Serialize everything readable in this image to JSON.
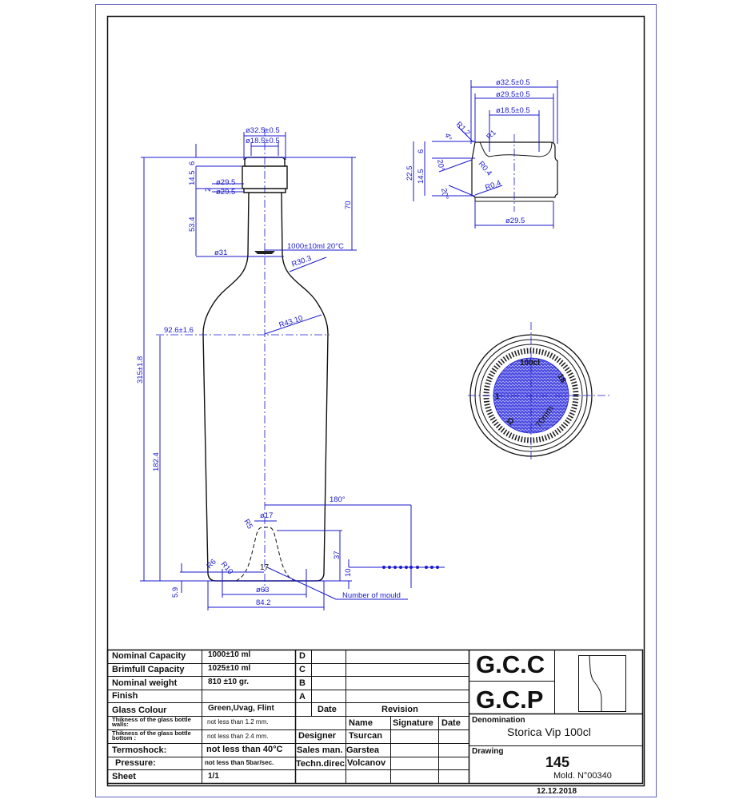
{
  "drawing": {
    "finish_outer_dia": "ø32.5±0.5",
    "finish_inner_dia": "ø18.5±0.5",
    "dim_6": "6",
    "dim_14_5": "14.5",
    "dim_2": "2",
    "ring_dia_1": "ø29.5",
    "ring_dia_2": "ø29.5",
    "dim_53_4": "53.4",
    "dim_70": "70",
    "fill_level": "1000±10ml  20°C",
    "neck_dia": "ø31",
    "r_shoulder": "R30.3",
    "r_body": "R43.10",
    "body_dia": "92.6±1.6",
    "height_total": "315±1.8",
    "height_body": "182.4",
    "angle_180": "180°",
    "punt_dia": "ø17",
    "r5": "R5",
    "r6": "R6",
    "r10": "R10",
    "mould_no": "17",
    "dim_37": "37",
    "dim_10": "10",
    "dim_5_9": "5.9",
    "base_dia": "ø63",
    "bottom_width": "84.2",
    "number_of_mould": "Number of mould",
    "detail": {
      "d1": "ø32.5±0.5",
      "d2": "ø29.5±0.5",
      "d3": "ø18.5±0.5",
      "r1_2": "R1.2",
      "r1": "R1",
      "a4": "4°",
      "a20a": "20°",
      "a20b": "20°",
      "r0_4a": "R0.4",
      "r0_4b": "R0.4",
      "h22_5": "22.5",
      "h14_5": "14.5",
      "h6": "6",
      "d_bottom": "ø29.5"
    },
    "base_view": {
      "capacity": "100cl",
      "num": "18",
      "height_mark": "70mm",
      "mark_a": "Ω",
      "mark_b": "1"
    }
  },
  "title_block": {
    "rows": [
      {
        "label": "Nominal Capacity",
        "value": "1000±10 ml"
      },
      {
        "label": "Brimfull Capacity",
        "value": "1025±10 ml"
      },
      {
        "label": "Nominal weight",
        "value": "810 ±10 gr."
      },
      {
        "label": "Finish",
        "value": ""
      },
      {
        "label": "Glass Colour",
        "value": "Green,Uvag, Flint"
      },
      {
        "label": "Thikness of the glass bottle walls:",
        "value": "not less than 1.2 mm."
      },
      {
        "label": "Thikness of the glass bottle bottom :",
        "value": "not less than 2.4 mm."
      },
      {
        "label": "Termoshock:",
        "value": "not less than 40°C"
      },
      {
        "label": "Pressure:",
        "value": "not less than 5bar/sec."
      },
      {
        "label": "Sheet",
        "value": "1/1"
      }
    ],
    "revisions": [
      "D",
      "C",
      "B",
      "A"
    ],
    "rev_header": {
      "date": "Date",
      "revision": "Revision"
    },
    "approval_header": {
      "name": "Name",
      "signature": "Signature",
      "date": "Date"
    },
    "approvals": [
      {
        "role": "Designer",
        "name": "Tsurcan"
      },
      {
        "role": "Sales man.",
        "name": "Garstea"
      },
      {
        "role": "Techn.direc.",
        "name": "Volcanov"
      }
    ],
    "company_1": "G.C.C",
    "company_2": "G.C.P",
    "denomination_label": "Denomination",
    "denomination": "Storica Vip  100cl",
    "drawing_label": "Drawing",
    "drawing_no": "145",
    "mold_no": "Mold.  N°00340",
    "date": "12.12.2018"
  }
}
